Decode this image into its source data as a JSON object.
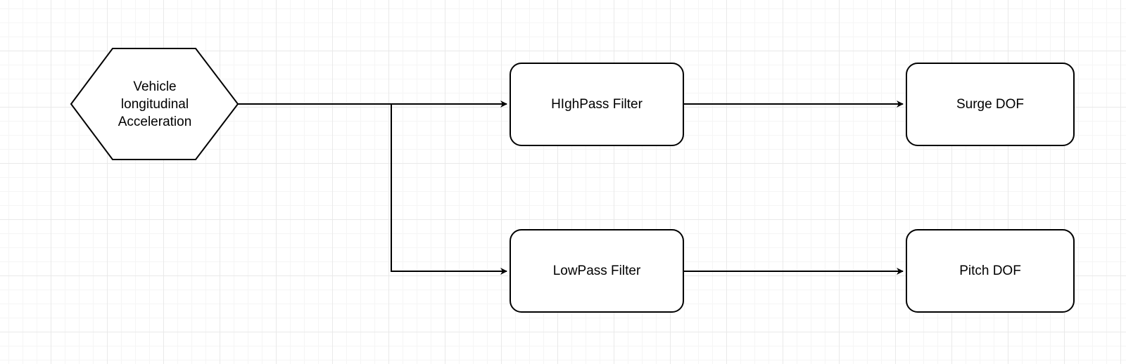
{
  "nodes": {
    "input": {
      "label_lines": [
        "Vehicle",
        "longitudinal",
        "Acceleration"
      ]
    },
    "highpass": {
      "label": "HIghPass Filter"
    },
    "lowpass": {
      "label": "LowPass Filter"
    },
    "surge": {
      "label": "Surge DOF"
    },
    "pitch": {
      "label": "Pitch DOF"
    }
  },
  "edges": [
    {
      "from": "input",
      "to": "highpass"
    },
    {
      "from": "input",
      "to": "lowpass"
    },
    {
      "from": "highpass",
      "to": "surge"
    },
    {
      "from": "lowpass",
      "to": "pitch"
    }
  ],
  "colors": {
    "stroke": "#000000",
    "fill": "#ffffff",
    "grid": "#e9e9e9"
  }
}
